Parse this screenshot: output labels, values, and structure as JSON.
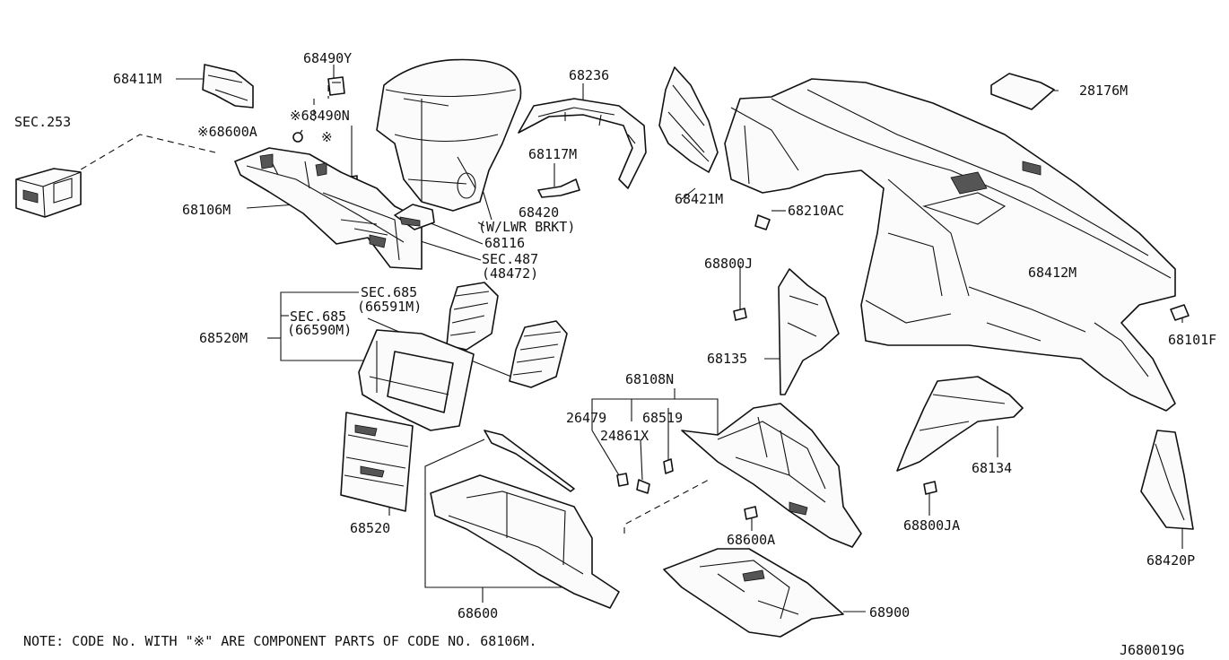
{
  "diagram_id": "J680019G",
  "note": "NOTE: CODE No.   WITH \"※\" ARE COMPONENT PARTS OF CODE NO. 68106M.",
  "labels": {
    "p68411M": "68411M",
    "p68490Y": "68490Y",
    "p68490N": "※68490N",
    "p68600A_star": "※68600A",
    "star_mark": "※",
    "sec253": "SEC.253",
    "p68106M": "68106M",
    "p68236": "68236",
    "p68117M": "68117M",
    "p68420": "68420",
    "p68420_note": "(W/LWR BRKT)",
    "p68116": "68116",
    "sec487": "SEC.487",
    "sec487_sub": "(48472)",
    "sec685a": "SEC.685",
    "sec685a_sub": "(66591M)",
    "sec685b": "SEC.685",
    "sec685b_sub": "(66590M)",
    "p68520M": "68520M",
    "p68520": "68520",
    "p68421M": "68421M",
    "p68210AC": "68210AC",
    "p28176M": "28176M",
    "p68800J": "68800J",
    "p68412M": "68412M",
    "p68135": "68135",
    "p68101F": "68101F",
    "p68108N": "68108N",
    "p26479": "26479",
    "p68519": "68519",
    "p24861X": "24861X",
    "p68134": "68134",
    "p68800JA": "68800JA",
    "p68600A": "68600A",
    "p68600": "68600",
    "p68900": "68900",
    "p68420P": "68420P"
  }
}
